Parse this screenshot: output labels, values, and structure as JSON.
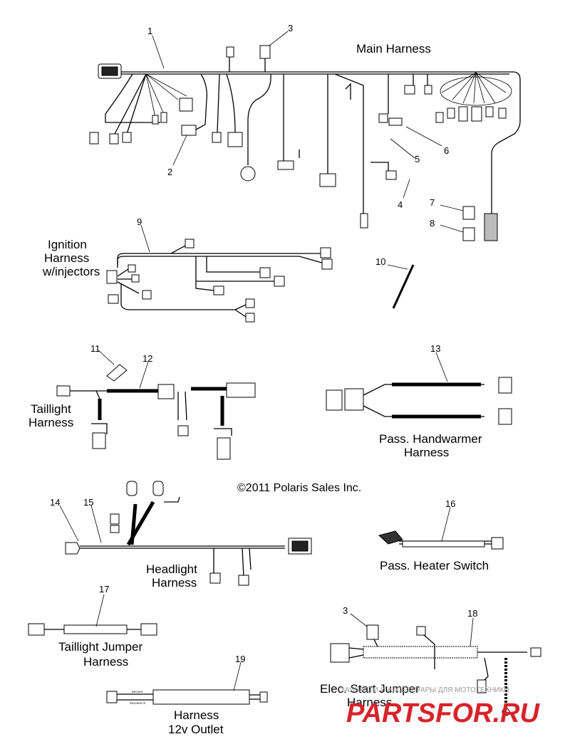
{
  "titles": {
    "main": "Main Harness",
    "ignition": [
      "Ignition",
      "Harness",
      "w/injectors"
    ],
    "taillight": [
      "Taillight",
      "Harness"
    ],
    "handwarmer": [
      "Pass. Handwarmer",
      "Harness"
    ],
    "copyright": "©2011 Polaris Sales Inc.",
    "headlight": [
      "Headlight",
      "Harness"
    ],
    "heater_switch": "Pass. Heater Switch",
    "taillight_jumper": [
      "Taillight Jumper",
      "Harness"
    ],
    "elec_start": [
      "Elec. Start Jumper",
      "Harness"
    ],
    "outlet": [
      "Harness",
      "12v Outlet"
    ]
  },
  "callouts": [
    "1",
    "2",
    "3",
    "4",
    "5",
    "6",
    "7",
    "8",
    "9",
    "10",
    "11",
    "12",
    "13",
    "14",
    "15",
    "16",
    "17",
    "18",
    "19",
    "3"
  ],
  "wire_labels": {
    "outlet_top": "BROWN",
    "outlet_bottom": "RED/WHITE"
  },
  "watermark": {
    "tagline": "ЗАПЧАСТИ И АКСЕССУАРЫ ДЛЯ МОТОТЕХНИКИ",
    "brand": "PARTSFOR.RU",
    "color": "#d8232a"
  }
}
